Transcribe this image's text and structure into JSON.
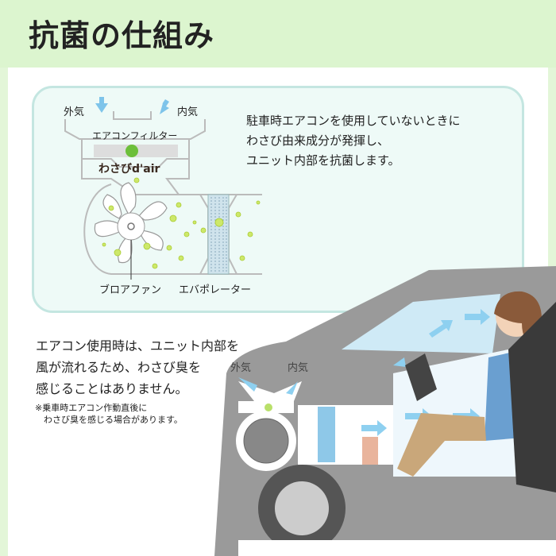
{
  "title": "抗菌の仕組み",
  "top_diagram": {
    "outside_air": "外気",
    "inside_air": "内気",
    "filter_label": "エアコンフィルター",
    "product_logo": "わさびd'air",
    "fan_label": "ブロアファン",
    "evaporator_label": "エバポレーター"
  },
  "description_lines": [
    "駐車時エアコンを使用していないときに",
    "わさび由来成分が発揮し、",
    "ユニット内部を抗菌します。"
  ],
  "lower_text_lines": [
    "エアコン使用時は、ユニット内部を",
    "風が流れるため、わさび臭を",
    "感じることはありません。"
  ],
  "note_lines": [
    "※乗車時エアコン作動直後に",
    "　わさび臭を感じる場合があります。"
  ],
  "car_diagram": {
    "outside_air": "外気",
    "inside_air": "内気"
  },
  "colors": {
    "header": "#dcf5cf",
    "box_border": "#c4e6e1",
    "arrow": "#8ed0f0",
    "wasabi": "#7cc242",
    "car": "#9a9a9a"
  }
}
